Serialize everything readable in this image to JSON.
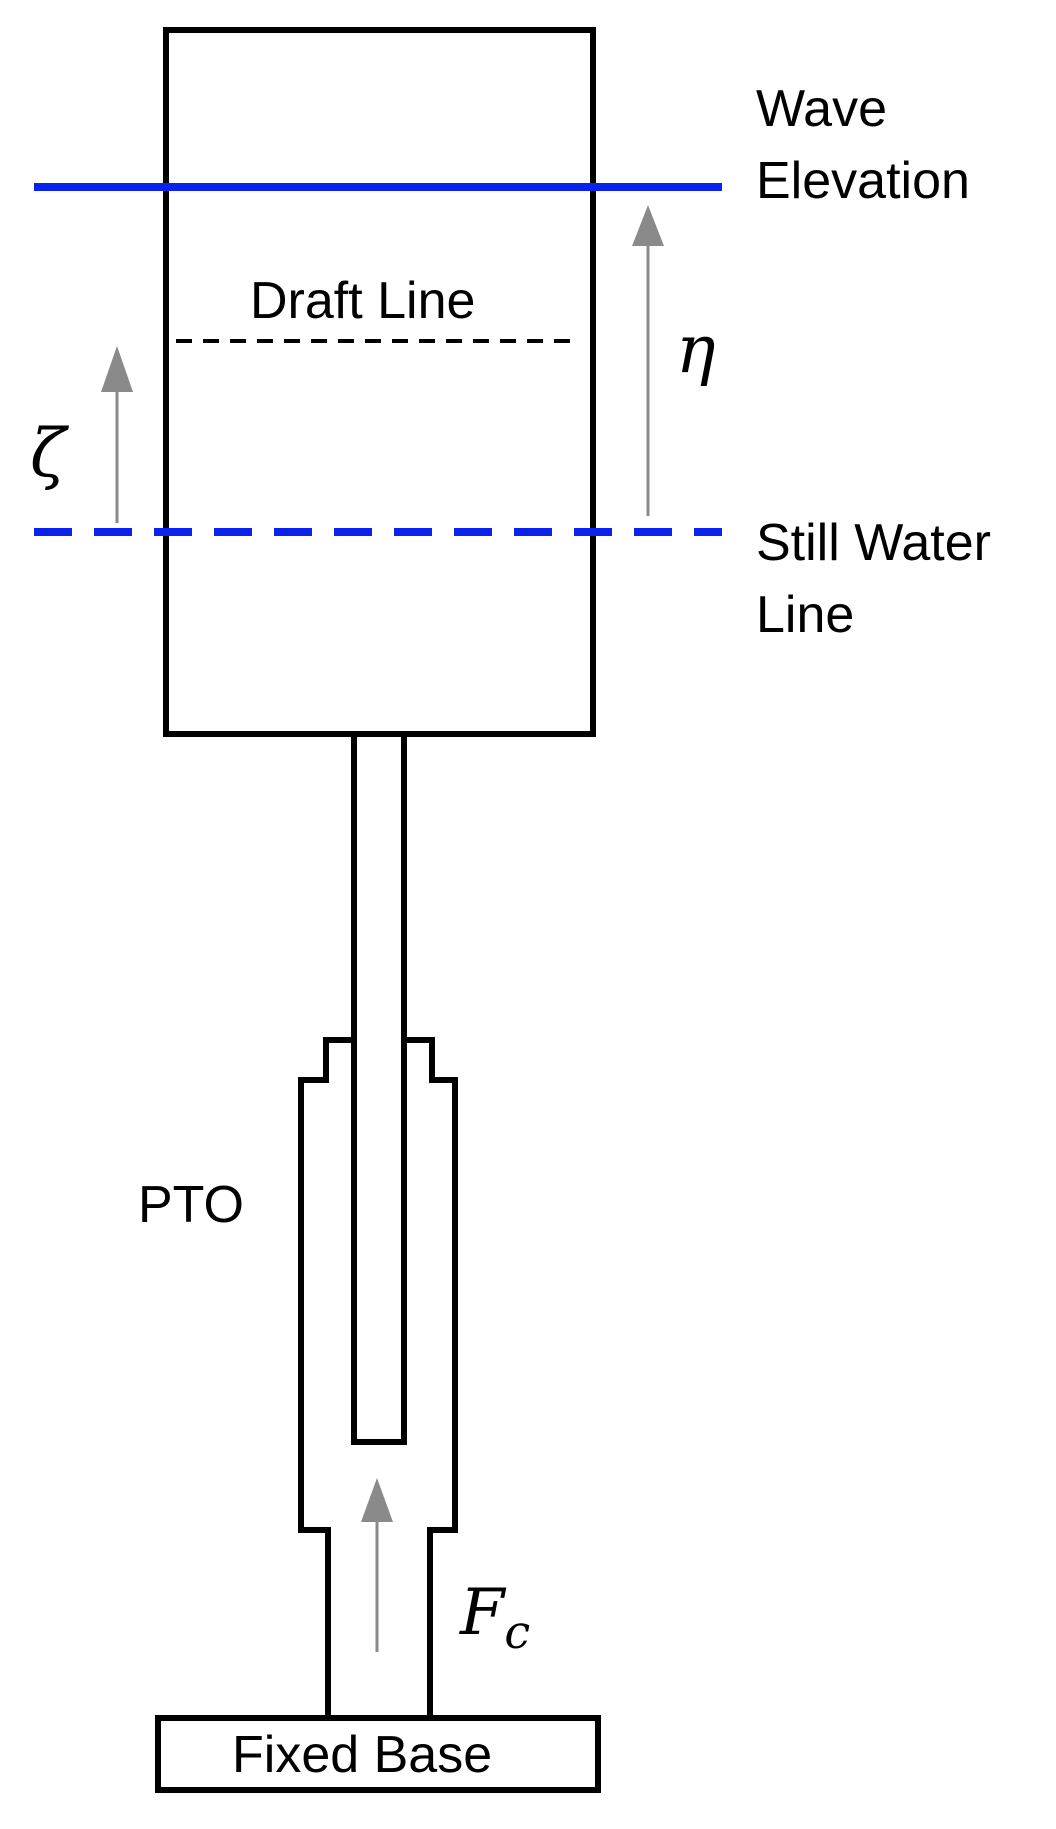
{
  "labels": {
    "wave_elevation_line1": "Wave",
    "wave_elevation_line2": "Elevation",
    "draft_line": "Draft Line",
    "still_water_line1": "Still Water",
    "still_water_line2": "Line",
    "pto": "PTO",
    "fixed_base": "Fixed Base"
  },
  "symbols": {
    "eta": "η",
    "zeta": "ζ",
    "force_main": "F",
    "force_sub": "c"
  },
  "colors": {
    "wave_line": "#0a22ee",
    "still_water_line": "#0a22ee",
    "structure_stroke": "#000000",
    "arrow": "#8a8a8a",
    "background": "#ffffff"
  }
}
